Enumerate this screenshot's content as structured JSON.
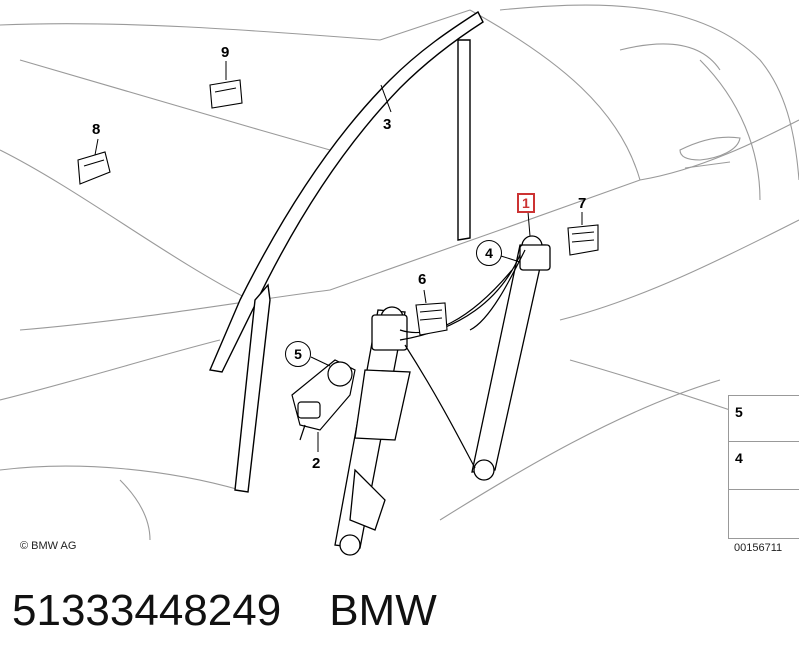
{
  "callouts": {
    "c1": "1",
    "c2": "2",
    "c3": "3",
    "c4": "4",
    "c5": "5",
    "c6": "6",
    "c7": "7",
    "c8": "8",
    "c9": "9"
  },
  "legend": {
    "row1_num": "5",
    "row2_num": "4"
  },
  "copyright": "© BMW AG",
  "reference_number": "00156711",
  "footer": {
    "part_number": "51333448249",
    "brand": "BMW"
  },
  "colors": {
    "highlight_callout": "#cc3333",
    "line": "#000000",
    "car_outline": "#9a9a9a"
  }
}
